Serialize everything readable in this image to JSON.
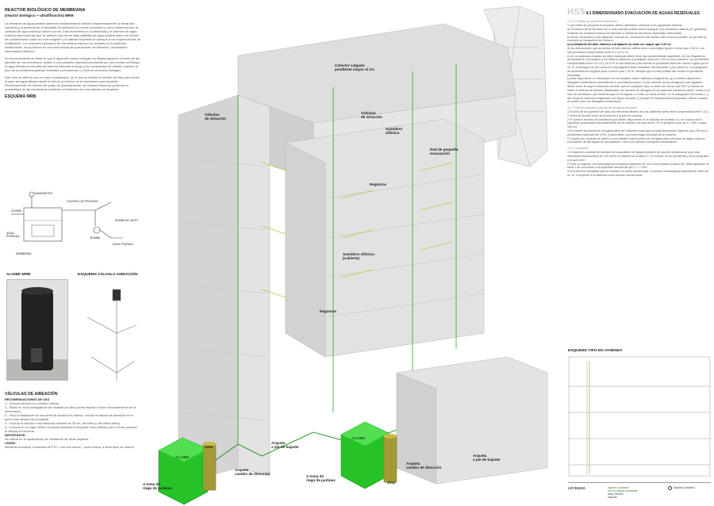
{
  "left": {
    "title": "REACTOR BIOLÓGICO DE MEMBRANA",
    "subtitle": "(reactor biológico + ultrafiltración)  MRB",
    "para1": "La demanda de agua potable aumenta constantemente debido fundamentalmente al desarrollo industrial y al aumento de la densidad de población en zonas concretas y, como consecuencia, la cantidad de agua residual vuelve a la red. Este incremento en la demanda y el volumen de agua residual está haciendo que se detecte una menor disponibilidad de agua potable sobre los niveles de contaminación cada vez más exigente y la utilidad requerida se acerque a los requerimientos de reutilización. Los reactores biológicos de membrana suponen un adelanto a los sistemas tradicionales, incorporando en una única etapa las operaciones de aireación, decantación secundaria y filtración.",
    "para2": "Su funcionamiento se basa en que el agua del reactor biológico es filtrada pasando a través de las paredes de una membrana, debido a una pequeña depresión producida por una bomba centrífuga. El agua filtrada es extraída del sistema mientras el fango y los compuestos de tamaño superior al poro de la membrana quedan retenidos y permanecen o retornan al reactor biológico.",
    "para3": "Este ciclo se alterna con un corto contralavado, en el que se invierte el sentido del flujo para forzar el paso del agua filtrada desde el interior al exterior de la membrana para limpiarla. Periódicamente, en función del grado de ensuciamiento, se realizan limpiezas químicas en profundidad de las membranas mediante su inmersión en una solución de limpieza.",
    "schema_title": "ESQUEMA MRB",
    "schema_labels": [
      "MANÓMETRO",
      "O2/AIRE",
      "CONTROL DE PROCESO",
      "BOMBA DE VACÍO",
      "AGUA RESIDUAL",
      "BOMBA",
      "AGUA TRATADA",
      "MEMBRANA"
    ],
    "algibe_title": "ALGIBE MRB",
    "valve_title": "ESQUEMA VÁLVULA AIREACIÓN",
    "valves_title": "VÁLVULAS DE AIREACIÓN",
    "valves_sub": "RECOMENDACIONES DE USO.",
    "valves_items": [
      "1.- Colocar siempre en posición vertical.",
      "2.- Situar en zona protegida de las heladas (el hielo puede impedir el buen funcionamiento de la membrana).",
      "3.- Para la instalación de una serie de lavabos en batería, colocar la válvula de aireación en el punto más alejado de la bajante.",
      "4.- Colocar la válvula a una distancia máxima de 30 cm. del sifón (o del último sifón).",
      "5.- Colocar en un lugar donde no pueda molestar el pequeño ruido (silbido) que a veces produce la válvula al funcionar."
    ],
    "important_title": "IMPORTANTE:",
    "important_text": "No utilizar en la canalización de ventilación de fosas sépticas.",
    "union_title": "UNIÓN:",
    "union_text": "Mediante encolado, a tuberías de PVC. Con una tuerca + junta cónica, a otros tipos de tubería."
  },
  "labels": {
    "colector": "Colector colgado\npendiente mayor al 1%",
    "valvulas1": "Válvulas\nde aireación",
    "valvulas2": "Válvulas\nde aireación",
    "sumidero": "Sumidero\nsifónico",
    "red": "Red de pequeña\nevacuación",
    "registros1": "Registros",
    "sumideros_cub": "Sumidero sifónico\n(cubierta)",
    "registros2": "Registros",
    "algibe1": "ALGIBE",
    "mrb1": "MRB",
    "algibe2": "ALGIBE",
    "mrb2": "MRB",
    "arqueta1": "Arqueta\na pie de bajante",
    "arqueta_cambio1": "Arqueta\ncambio de dirección",
    "toma1": "A toma de\nriego de jardines",
    "arqueta2": "Arqueta\na pie de bajante",
    "arqueta_cambio2": "Arqueta\ncambio de dirección",
    "toma2": "A toma de\nriego de jardines"
  },
  "right": {
    "hss": "HS5",
    "title": "4.1 DIMENSIONADO EVACUACIÓN DE AGUAS RESIDUALES",
    "sub1": "3.3.1.2 Redes de pequeña evacuación",
    "t1": "1 Las redes de pequeña evacuación deben diseñarse conforme a los siguientes criterios:",
    "t2": "a) el trazado de la red debe ser lo más sencillo posible para conseguir una circulación natural por gravedad, evitando los cambios bruscos de dirección y utilizando las piezas especiales adecuadas;",
    "t3": "b) deben conectarse a las bajantes; cuando por condiciones del diseño esto no fuera posible, se permite su conexión al manguetón del inodoro;",
    "t4": "c) la distancia del bote sifónico a la bajante no debe ser mayor que 2,00 m;",
    "t5": "d) las derivaciones que acometan al bote sifónico deben tener una longitud igual o menor que 2,50 m, con una pendiente comprendida entre el 2 y el 4 %;",
    "t6": "e) en los aparatos dotados de sifón individual deben tener las características siguientes: en los fregaderos, los lavaderos, los lavabos y los bidés la distancia a la bajante debe ser 4,00 m como máximo, con pendientes comprendidas entre un 2,5 y un 5 %; en las bañeras y las duchas la pendiente debe ser menor o igual que el 10 %; el desagüe de los inodoros a las bajantes debe realizarse directamente o por medio de un manguetón de acometida de longitud igual o menor que 1,00 m, siempre que no sea posible dar al tubo la pendiente necesaria;",
    "t7": "f) debe disponerse un rebosadero en los lavabos, bidés, bañeras y fregaderos; g) no deben disponerse desagües enfrentados acometiendo a una tubería común; h) las uniones de los desagües a las bajantes deben tener la mayor inclinación posible, que en cualquier caso no debe ser menor que 45º; i) cuando se utilice el sistema de sifones individuales, los ramales de desagüe de los aparatos sanitarios deben unirse a un tubo de derivación, que desemboque en la bajante o si esto no fuera posible, en el manguetón del inodoro, y que tenga la cabecera registrable con tapón roscado; j) excepto en instalaciones temporales, deben evitarse en estas redes los desagües bombeados.",
    "sub2": "4.2.1 Red de pequeña evacuación de aguas pluviales",
    "t8": "1 El área de la superficie de paso del elemento filtrante de una caldereta debe estar comprendida entre 1,5 y 2 veces la sección recta de la tubería a la que se conecta.",
    "t9": "2 El número mínimo de sumideros que deben disponerse es el indicado en la tabla 4.6, en función de la superficie proyectada horizontalmente de la cubierta a la que sirven. En el proyecto será de S > 500 1 cada 150 m2.",
    "t10": "3 El número de puntos de recogida debe ser suficiente para que no haya desniveles mayores que 150 mm y pendientes máximas del 0,5%, y para evitar una sobrecarga excesiva de la cubierta.",
    "t11": "4 Cuando por razones de diseño no se instalen estos puntos de recogida debe preverse de algún modo la evacuación de las aguas de precipitación, como por ejemplo colocando rebosaderos.",
    "sub3": "4.2.2 Canalones",
    "t12": "1 El diámetro nominal del canalón de evacuación de aguas pluviales de sección semicircular para una intensidad pluviométrica de 100 mm/h se obtiene en la tabla 4.7 en función de su pendiente y de la superficie a la que sirve.",
    "t13": "2 Para un régimen con intensidad pluviométrica diferente de 100 mm/h (véase el Anexo B), debe aplicarse un factor f de corrección a la superficie servida tal que: f = i / 100",
    "t14": "3 Si la sección adoptada para el canalón no fuese semicircular, la sección cuadrangular equivalente debe ser un 10 % superior a la obtenida como sección semicircular.",
    "schema_title": "ESQUEMA TIPO EN VIVIENDA",
    "legend_title": "LEYENDA",
    "legend_items": [
      "bajante pluviales",
      "red de aguas sanitarias",
      "bote sifónico",
      "bajante",
      "bajante pluviales"
    ]
  },
  "colors": {
    "green": "#3fc93f",
    "olive": "#9a8f2a",
    "yellow": "#d8cf3a",
    "structure": "#c9c9c9"
  }
}
